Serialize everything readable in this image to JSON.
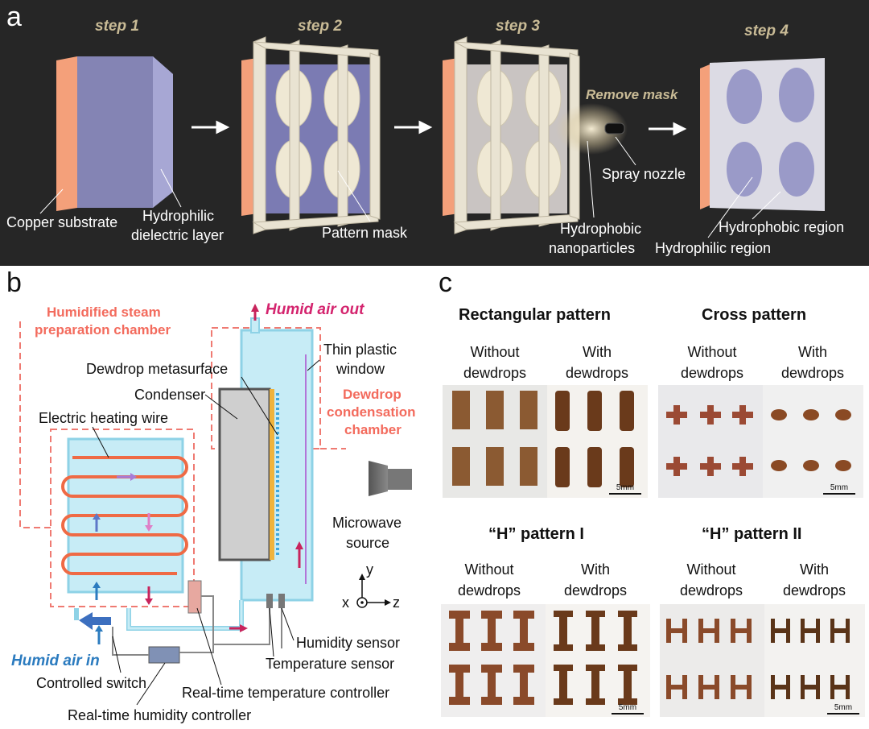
{
  "panel_a": {
    "label": "a",
    "steps": [
      "step 1",
      "step 2",
      "step 3",
      "step 4"
    ],
    "remove_mask": "Remove mask",
    "labels": {
      "copper_substrate": "Copper substrate",
      "hydrophilic_dielectric_1": "Hydrophilic",
      "hydrophilic_dielectric_2": "dielectric layer",
      "pattern_mask": "Pattern mask",
      "spray_nozzle": "Spray nozzle",
      "hydrophobic_np_1": "Hydrophobic",
      "hydrophobic_np_2": "nanoparticles",
      "hydrophobic_region": "Hydrophobic region",
      "hydrophilic_region": "Hydrophilic region"
    }
  },
  "panel_b": {
    "label": "b",
    "steam_chamber_1": "Humidified steam",
    "steam_chamber_2": "preparation chamber",
    "humid_air_out": "Humid air out",
    "humid_air_in": "Humid air in",
    "thin_plastic_1": "Thin plastic",
    "thin_plastic_2": "window",
    "dewdrop_metasurface": "Dewdrop metasurface",
    "condenser": "Condenser",
    "electric_heating_wire": "Electric heating wire",
    "dewdrop_chamber_1": "Dewdrop",
    "dewdrop_chamber_2": "condensation",
    "dewdrop_chamber_3": "chamber",
    "microwave_1": "Microwave",
    "microwave_2": "source",
    "axis_y": "y",
    "axis_x": "x",
    "axis_z": "z",
    "humidity_sensor": "Humidity sensor",
    "temperature_sensor": "Temperature sensor",
    "controlled_switch": "Controlled switch",
    "temp_controller": "Real-time temperature controller",
    "humidity_controller": "Real-time humidity controller"
  },
  "panel_c": {
    "label": "c",
    "patterns": [
      {
        "title": "Rectangular pattern"
      },
      {
        "title": "Cross pattern"
      },
      {
        "title": "“H” pattern I"
      },
      {
        "title": "“H” pattern II"
      }
    ],
    "without_1": "Without",
    "without_2": "dewdrops",
    "with_1": "With",
    "with_2": "dewdrops",
    "scale": "5mm"
  },
  "colors": {
    "dark_bg": "#262626",
    "copper": "#f4a07a",
    "dielectric": "#8f8fc4",
    "mask": "#e9e3d2",
    "chamber_dash": "#ef7a72",
    "water": "#c7ecf6",
    "heating_wire": "#ef6a45"
  }
}
